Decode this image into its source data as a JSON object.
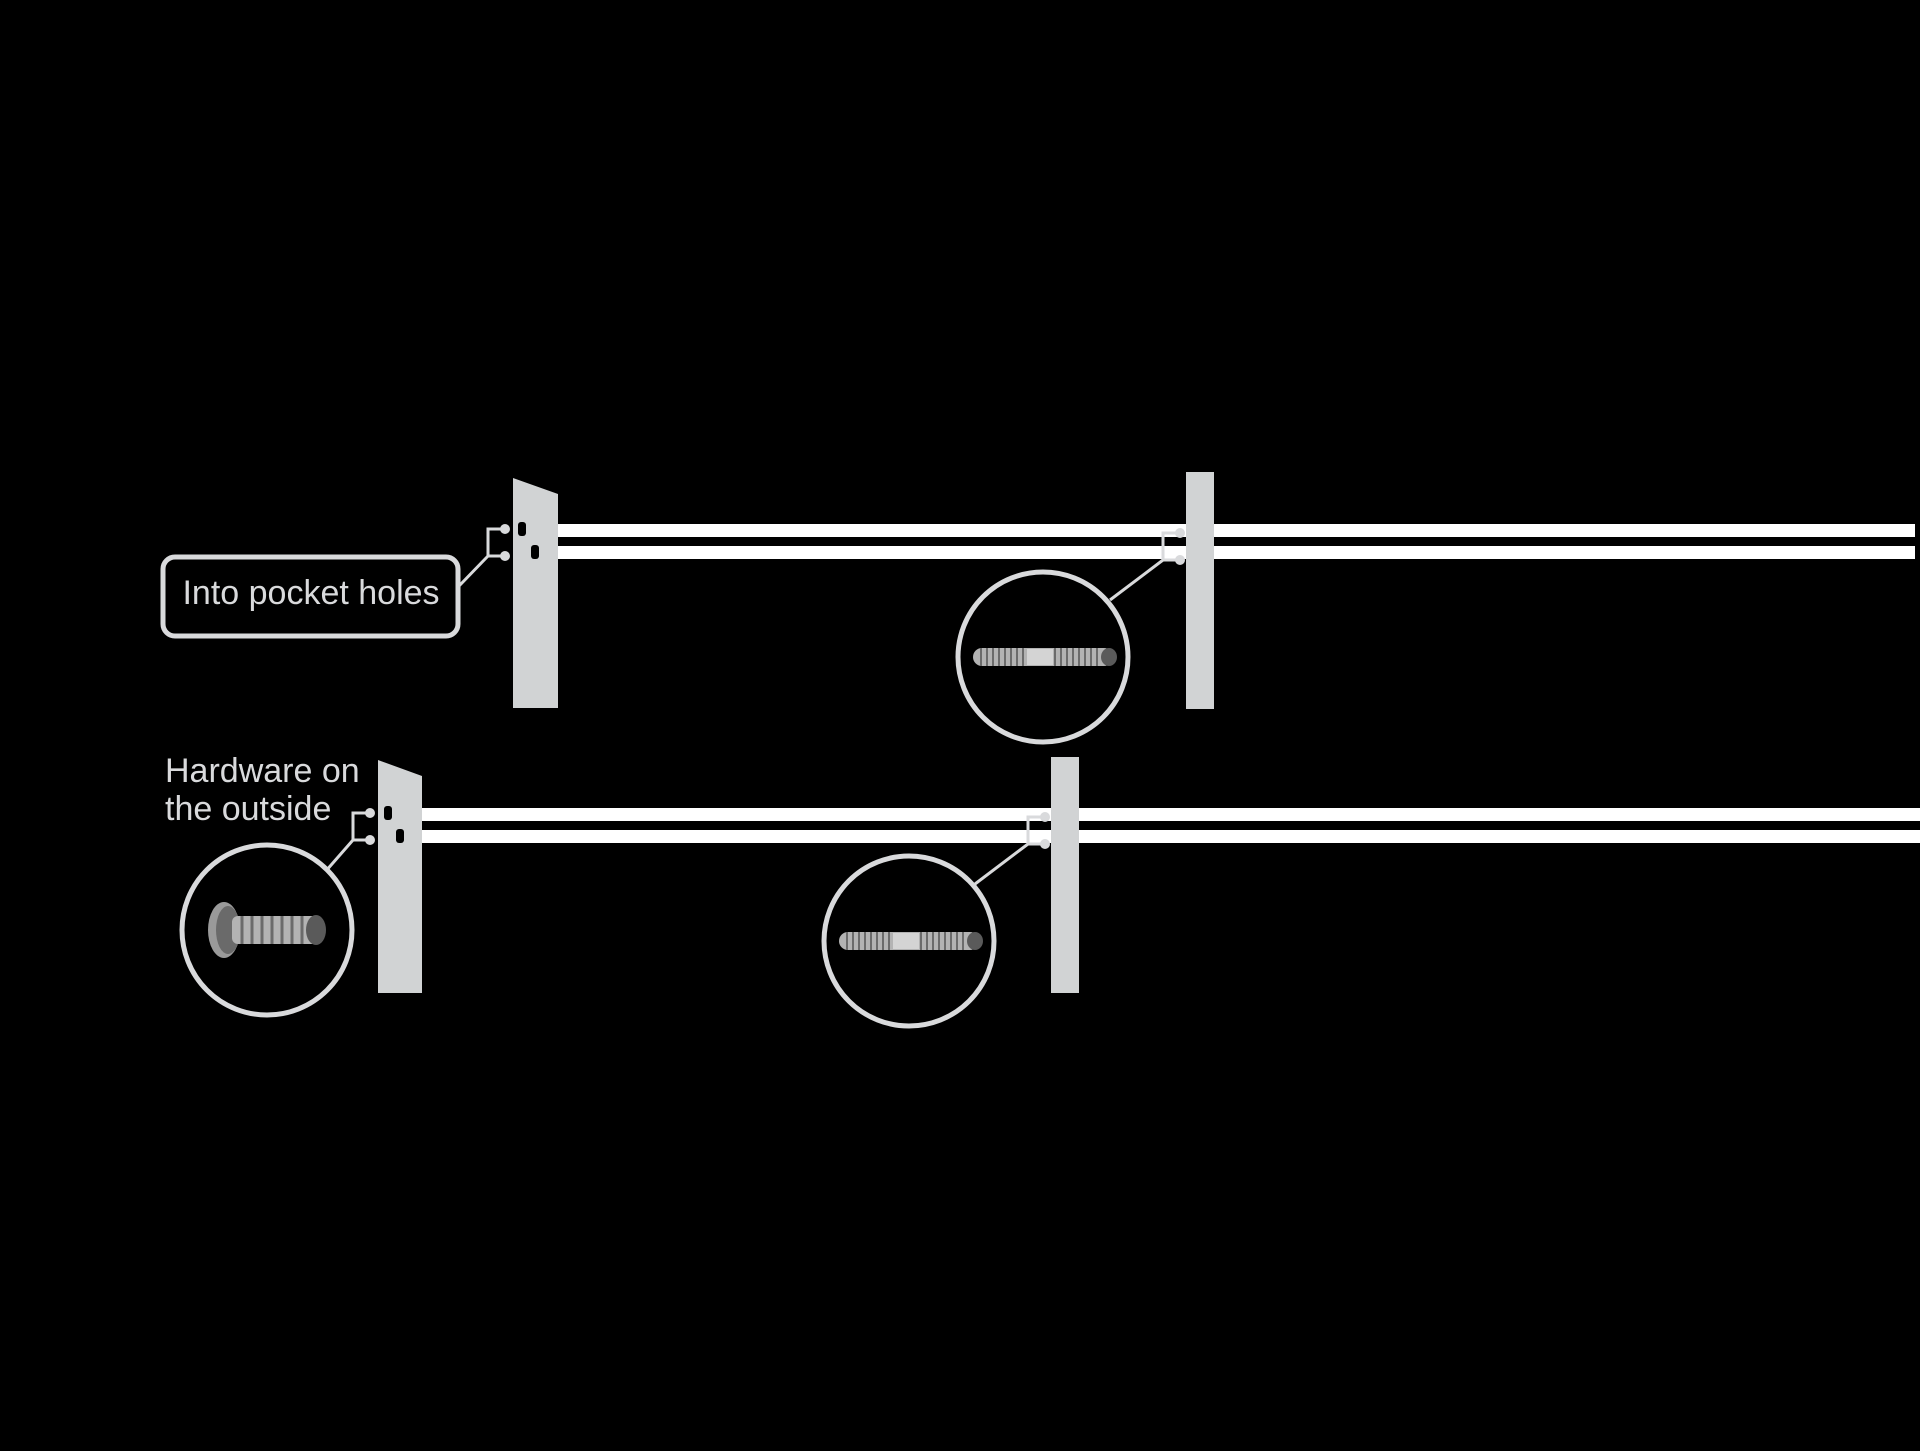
{
  "labels": {
    "pocket_holes": "Into pocket holes",
    "hardware_line1": "Hardware on",
    "hardware_line2": "the outside"
  },
  "colors": {
    "background": "#000000",
    "post": "#d1d3d4",
    "rail": "#ffffff",
    "callout": "#d9dadc",
    "screw_thread": "#b3b3b3",
    "screw_shadow": "#5a5a5a"
  },
  "icons": {
    "pocket_screw": "double-threaded-pocket-screw-icon",
    "outside_screw": "round-head-bolt-icon"
  }
}
